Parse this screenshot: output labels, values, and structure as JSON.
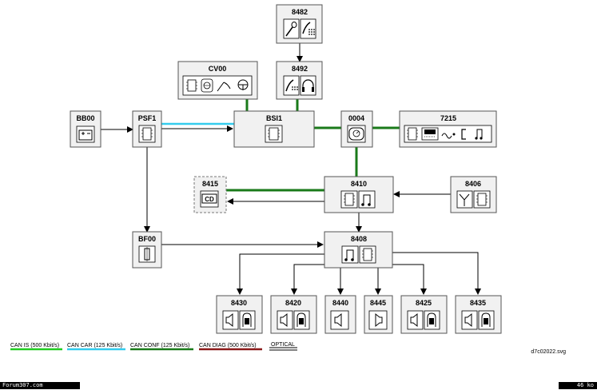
{
  "nodes": {
    "n8482": "8482",
    "n8492": "8492",
    "cv00": "CV00",
    "bb00": "BB00",
    "psf1": "PSF1",
    "bsi1": "BSI1",
    "n0004": "0004",
    "n7215": "7215",
    "n8415": "8415",
    "n8410": "8410",
    "n8406": "8406",
    "bf00": "BF00",
    "n8408": "8408",
    "n8430": "8430",
    "n8420": "8420",
    "n8440": "8440",
    "n8445": "8445",
    "n8425": "8425",
    "n8435": "8435"
  },
  "legend": [
    {
      "label": "CAN IS (500 Kbit/s)",
      "color": "#22cc22"
    },
    {
      "label": "CAN CAR (125 Kbit/s)",
      "color": "#33ccee"
    },
    {
      "label": "CAN CONF (125 Kbit/s)",
      "color": "#1a7a1a"
    },
    {
      "label": "CAN DIAG (500 Kbit/s)",
      "color": "#8b1a1a"
    },
    {
      "label": "OPTICAL",
      "color": "#000000"
    }
  ],
  "file_name": "d7c02022.svg",
  "footer": {
    "left": "Forum307.com",
    "right": "46 ko"
  },
  "colors": {
    "box_fill": "#f1f1f1",
    "icon_fill": "#ffffff",
    "can_conf": "#1a7a1a",
    "can_car": "#33ccee"
  }
}
